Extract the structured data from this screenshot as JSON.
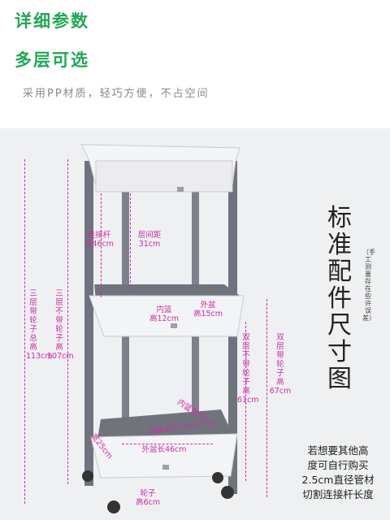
{
  "header": {
    "title": "详细参数",
    "subtitle": "多层可选",
    "description": "采用PP材质，轻巧方便，不占空间"
  },
  "side_title": "标准配件尺寸图",
  "side_note": "（手工测量存在些许误差）",
  "tip": [
    "若想要其他高",
    "度可自行购买",
    "2.5cm直径管材",
    "切割连接杆长度"
  ],
  "labels": {
    "rod": "连接杆\n长46cm",
    "layer_gap": "层间距\n31cm",
    "three_wheel": "三\n层\n带\n轮\n子\n总\n高\n113cm",
    "three_nowheel": "三\n层\n不\n带\n轮\n子\n高\n107cm",
    "inner_basin": "内篮\n高12cm",
    "outer_basin": "外盆\n高15cm",
    "two_nowheel": "双\n层\n不\n带\n轮\n子\n高\n61cm",
    "two_wheel": "双\n层\n带\n轮\n子\n高\n67cm",
    "inner_len": "内篮长27.5cm",
    "inner_wid": "内篮宽20cm",
    "width": "宽25cm",
    "outer_len": "外盆长46cm",
    "wheel": "轮子\n高6cm"
  },
  "colors": {
    "green": "#22a855",
    "pink": "#d42aa9"
  }
}
